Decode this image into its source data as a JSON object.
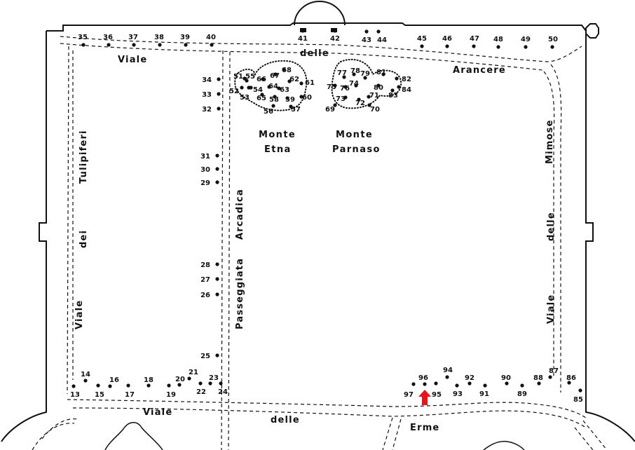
{
  "labels": {
    "viale_top": "Viale",
    "delle_top": "delle",
    "arancere": "Arancere",
    "tulipiferi": "Tulipiferi",
    "dei": "dei",
    "viale_left": "Viale",
    "passeggiata": "Passeggiata",
    "arcadica": "Arcadica",
    "mimose": "Mimose",
    "delle_right": "delle",
    "viale_right": "Viale",
    "viale_bottom": "Viale",
    "delle_bottom": "delle",
    "erme": "Erme",
    "monte_etna_1": "Monte",
    "monte_etna_2": "Etna",
    "monte_parnaso_1": "Monte",
    "monte_parnaso_2": "Parnaso"
  },
  "points": [
    {
      "n": "13"
    },
    {
      "n": "14"
    },
    {
      "n": "15"
    },
    {
      "n": "16"
    },
    {
      "n": "17"
    },
    {
      "n": "18"
    },
    {
      "n": "19"
    },
    {
      "n": "20"
    },
    {
      "n": "21"
    },
    {
      "n": "22"
    },
    {
      "n": "23"
    },
    {
      "n": "24"
    },
    {
      "n": "25"
    },
    {
      "n": "26"
    },
    {
      "n": "27"
    },
    {
      "n": "28"
    },
    {
      "n": "29"
    },
    {
      "n": "30"
    },
    {
      "n": "31"
    },
    {
      "n": "32"
    },
    {
      "n": "33"
    },
    {
      "n": "34"
    },
    {
      "n": "35"
    },
    {
      "n": "36"
    },
    {
      "n": "37"
    },
    {
      "n": "38"
    },
    {
      "n": "39"
    },
    {
      "n": "40"
    },
    {
      "n": "41"
    },
    {
      "n": "42"
    },
    {
      "n": "43"
    },
    {
      "n": "44"
    },
    {
      "n": "45"
    },
    {
      "n": "46"
    },
    {
      "n": "47"
    },
    {
      "n": "48"
    },
    {
      "n": "49"
    },
    {
      "n": "50"
    },
    {
      "n": "51"
    },
    {
      "n": "52"
    },
    {
      "n": "53"
    },
    {
      "n": "54"
    },
    {
      "n": "55"
    },
    {
      "n": "56"
    },
    {
      "n": "57"
    },
    {
      "n": "58"
    },
    {
      "n": "59"
    },
    {
      "n": "60"
    },
    {
      "n": "61"
    },
    {
      "n": "62"
    },
    {
      "n": "63"
    },
    {
      "n": "64"
    },
    {
      "n": "65"
    },
    {
      "n": "66"
    },
    {
      "n": "67"
    },
    {
      "n": "68"
    },
    {
      "n": "69"
    },
    {
      "n": "70"
    },
    {
      "n": "71"
    },
    {
      "n": "72"
    },
    {
      "n": "73"
    },
    {
      "n": "74"
    },
    {
      "n": "75"
    },
    {
      "n": "76"
    },
    {
      "n": "77"
    },
    {
      "n": "78"
    },
    {
      "n": "79"
    },
    {
      "n": "80"
    },
    {
      "n": "81"
    },
    {
      "n": "82"
    },
    {
      "n": "83"
    },
    {
      "n": "84"
    },
    {
      "n": "85"
    },
    {
      "n": "86"
    },
    {
      "n": "87"
    },
    {
      "n": "88"
    },
    {
      "n": "89"
    },
    {
      "n": "90"
    },
    {
      "n": "91"
    },
    {
      "n": "92"
    },
    {
      "n": "93"
    },
    {
      "n": "94"
    },
    {
      "n": "95"
    },
    {
      "n": "96"
    },
    {
      "n": "97"
    }
  ],
  "marker": {
    "color": "#e8141b",
    "icon": "arrow-up-icon",
    "point": "96"
  }
}
